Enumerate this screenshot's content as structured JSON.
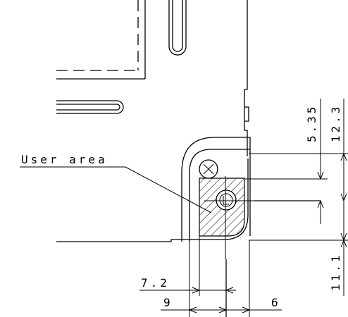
{
  "labels": {
    "user_area": "User area"
  },
  "dimensions": {
    "d_7_2": "7.2",
    "d_9": "9",
    "d_6": "6",
    "d_5_35": "5.35",
    "d_12_3": "12.3",
    "d_11_1": "11.1"
  }
}
